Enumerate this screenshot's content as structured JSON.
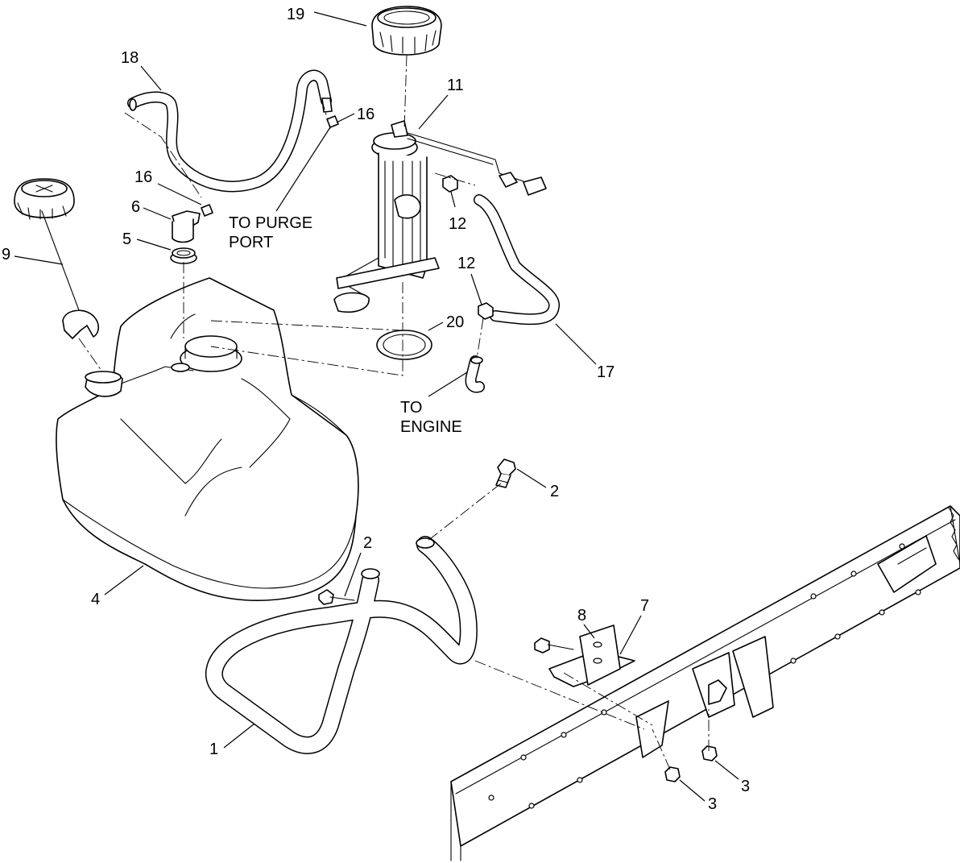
{
  "callouts": {
    "c1": "1",
    "c2a": "2",
    "c2b": "2",
    "c3a": "3",
    "c3b": "3",
    "c4": "4",
    "c5": "5",
    "c6": "6",
    "c7": "7",
    "c8": "8",
    "c9": "9",
    "c11": "11",
    "c12a": "12",
    "c12b": "12",
    "c16a": "16",
    "c16b": "16",
    "c17": "17",
    "c18": "18",
    "c19": "19",
    "c20": "20"
  },
  "annotations": {
    "purge_line1": "TO PURGE",
    "purge_line2": "PORT",
    "engine_line1": "TO",
    "engine_line2": "ENGINE"
  }
}
